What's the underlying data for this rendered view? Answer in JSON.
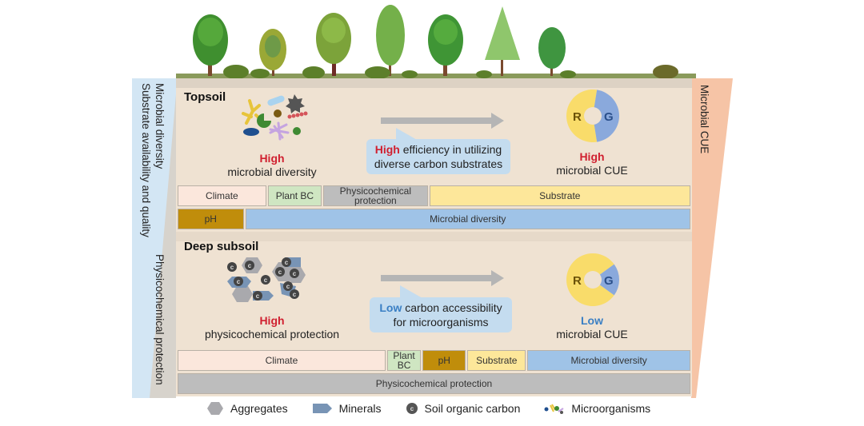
{
  "colors": {
    "soil": "#efe2d2",
    "high_red": "#d02030",
    "low_blue": "#3a7fc4",
    "bubble": "#c4dcef",
    "arrow": "#b5b5b5",
    "respiration_yellow": "#f9dc6a",
    "growth_blue": "#8aa9dc",
    "climate": "#fbe7dc",
    "plant_bc": "#cfe6c2",
    "physicochemical": "#bdbdbd",
    "substrate": "#fde79a",
    "ph": "#c08d0b",
    "microbial_diversity": "#9fc3e7",
    "cue_wedge": "#f6c4a6",
    "left_wedge_blue": "#d3e6f4",
    "left_wedge_grey": "#d7d3cc"
  },
  "side_labels": {
    "left_top_1": "Microbial diversity",
    "left_top_2": "Substrate availability and quality",
    "left_bottom": "Physicochemical protection",
    "right": "Microbial CUE"
  },
  "topsoil": {
    "title": "Topsoil",
    "left_level": "High",
    "left_text": "microbial diversity",
    "bubble_level": "High",
    "bubble_text": " efficiency in utilizing diverse carbon substrates",
    "donut": {
      "r_label": "R",
      "g_label": "G",
      "growth_fraction": 0.45
    },
    "cue_level": "High",
    "cue_text": "microbial CUE",
    "factor_row1": [
      {
        "label": "Climate",
        "color": "#fbe7dc",
        "weight": 110
      },
      {
        "label": "Plant BC",
        "color": "#cfe6c2",
        "weight": 66
      },
      {
        "label": "Physicochemical protection",
        "color": "#bdbdbd",
        "weight": 130
      },
      {
        "label": "Substrate",
        "color": "#fde79a",
        "weight": 328
      }
    ],
    "factor_row2": [
      {
        "label": "pH",
        "color": "#c08d0b",
        "weight": 81
      },
      {
        "label": "Microbial diversity",
        "color": "#9fc3e7",
        "weight": 558
      }
    ]
  },
  "subsoil": {
    "title": "Deep subsoil",
    "left_level": "High",
    "left_text": "physicochemical protection",
    "bubble_level": "Low",
    "bubble_text": " carbon accessibility for microorganisms",
    "donut": {
      "r_label": "R",
      "g_label": "G",
      "growth_fraction": 0.2
    },
    "cue_level": "Low",
    "cue_text": "microbial CUE",
    "factor_row1": [
      {
        "label": "Climate",
        "color": "#fbe7dc",
        "weight": 262
      },
      {
        "label": "Plant BC",
        "color": "#cfe6c2",
        "weight": 41
      },
      {
        "label": "pH",
        "color": "#c08d0b",
        "weight": 53
      },
      {
        "label": "Substrate",
        "color": "#fde79a",
        "weight": 72
      },
      {
        "label": "Microbial diversity",
        "color": "#9fc3e7",
        "weight": 205
      }
    ],
    "factor_row2": [
      {
        "label": "Physicochemical protection",
        "color": "#bdbdbd",
        "weight": 641
      }
    ]
  },
  "legend": {
    "aggregates": "Aggregates",
    "minerals": "Minerals",
    "soc": "Soil organic carbon",
    "soc_symbol": "c",
    "microorganisms": "Microorganisms"
  }
}
